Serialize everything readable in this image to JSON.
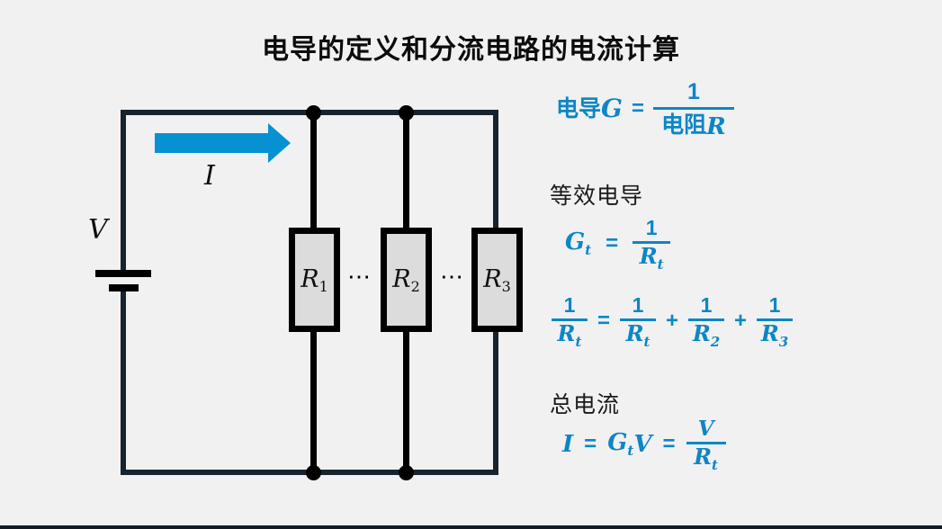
{
  "title": "电导的定义和分流电路的电流计算",
  "colors": {
    "background": "#f1f1f2",
    "formula_blue": "#0d86c5",
    "arrow_blue": "#0692d2",
    "wire_navy": "#16242f",
    "component_black": "#000000",
    "resistor_fill": "#dcdcdc"
  },
  "circuit": {
    "voltage_label": "V",
    "current_label": "I",
    "ellipsis": "⋯",
    "resistors": [
      {
        "base": "R",
        "sub": "1"
      },
      {
        "base": "R",
        "sub": "2"
      },
      {
        "base": "R",
        "sub": "3"
      }
    ]
  },
  "formulas": {
    "conductance": {
      "lhs_cjk": "电导",
      "lhs_var": "G",
      "equals": "=",
      "numerator": "1",
      "den_cjk": "电阻",
      "den_var": "R"
    },
    "equivalent_heading": "等效电导",
    "equivalent": {
      "lhs_base": "G",
      "lhs_sub": "t",
      "equals": "=",
      "num": "1",
      "den_base": "R",
      "den_sub": "t"
    },
    "reciprocal_sum": {
      "lhs": {
        "num": "1",
        "den_base": "R",
        "den_sub": "t"
      },
      "equals": "=",
      "plus": "+",
      "terms": [
        {
          "num": "1",
          "den_base": "R",
          "den_sub": "t"
        },
        {
          "num": "1",
          "den_base": "R",
          "den_sub": "2"
        },
        {
          "num": "1",
          "den_base": "R",
          "den_sub": "3"
        }
      ]
    },
    "total_heading": "总电流",
    "total": {
      "i": "I",
      "eq1": "=",
      "g_base": "G",
      "g_sub": "t",
      "v": "V",
      "eq2": "=",
      "num": "V",
      "den_base": "R",
      "den_sub": "t"
    }
  }
}
